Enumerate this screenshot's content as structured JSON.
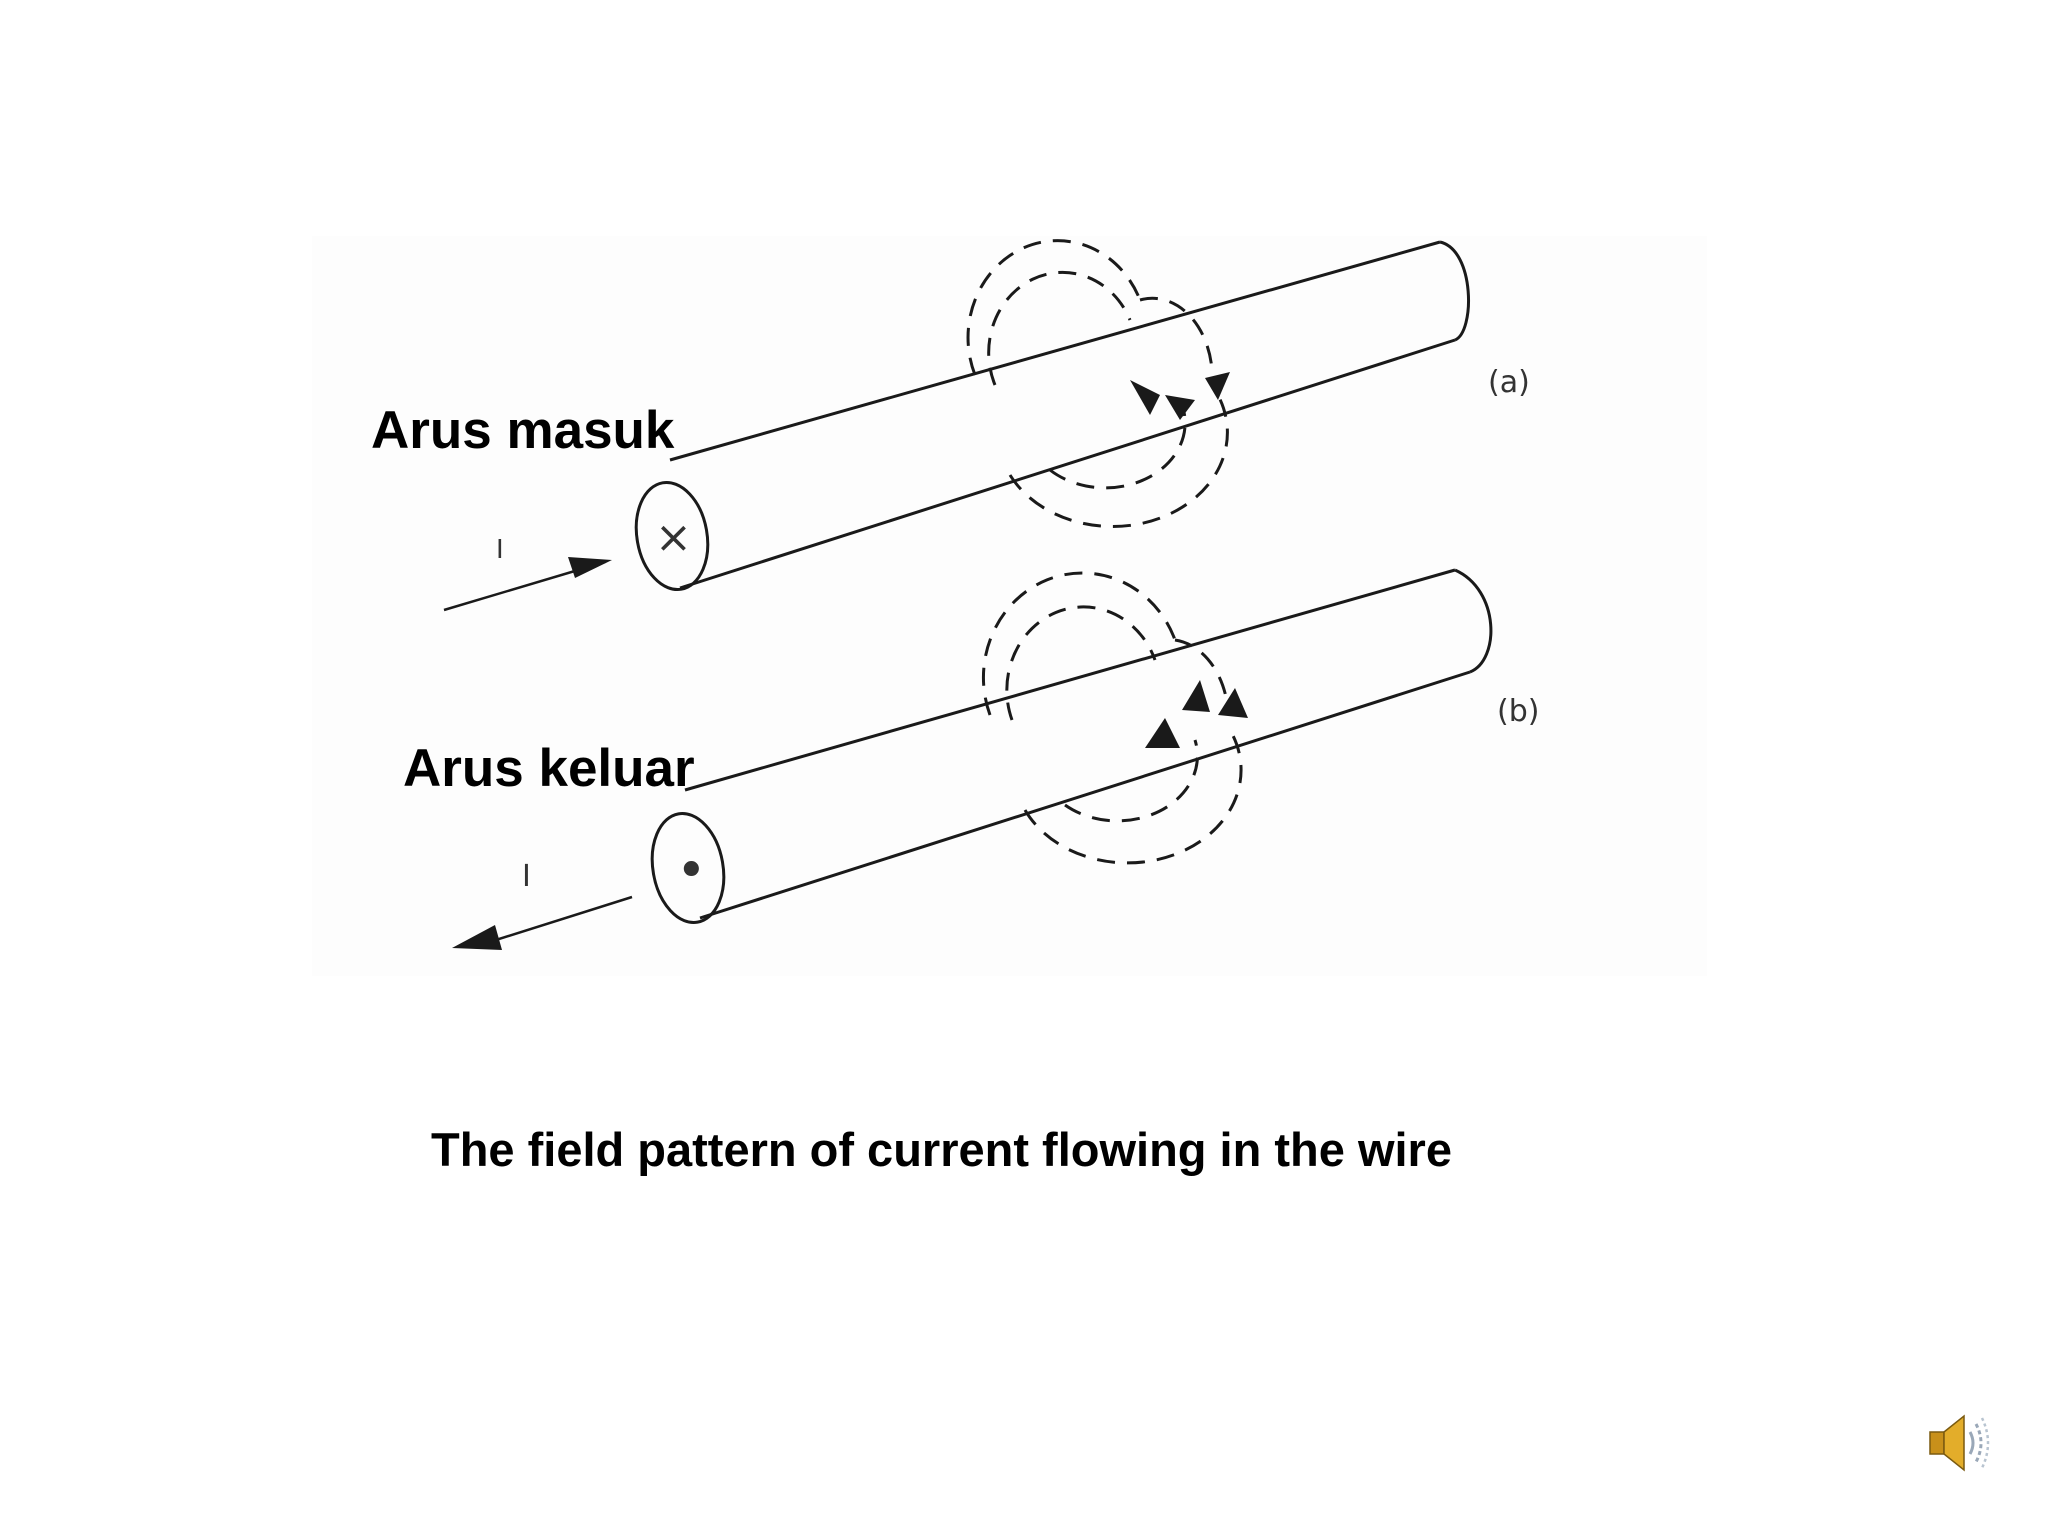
{
  "labels": {
    "current_in": "Arus masuk",
    "current_out": "Arus keluar"
  },
  "caption": "The field pattern of current flowing in the wire",
  "figure": {
    "panel_a_tag": "(a)",
    "panel_b_tag": "(b)",
    "current_symbol": "I",
    "wire_a_end_symbol": "×",
    "wire_b_end_symbol": "•"
  },
  "icons": {
    "audio": "speaker-icon"
  },
  "colors": {
    "background": "#ffffff",
    "ink": "#1a1a1a",
    "speaker_body": "#d9a21c"
  }
}
